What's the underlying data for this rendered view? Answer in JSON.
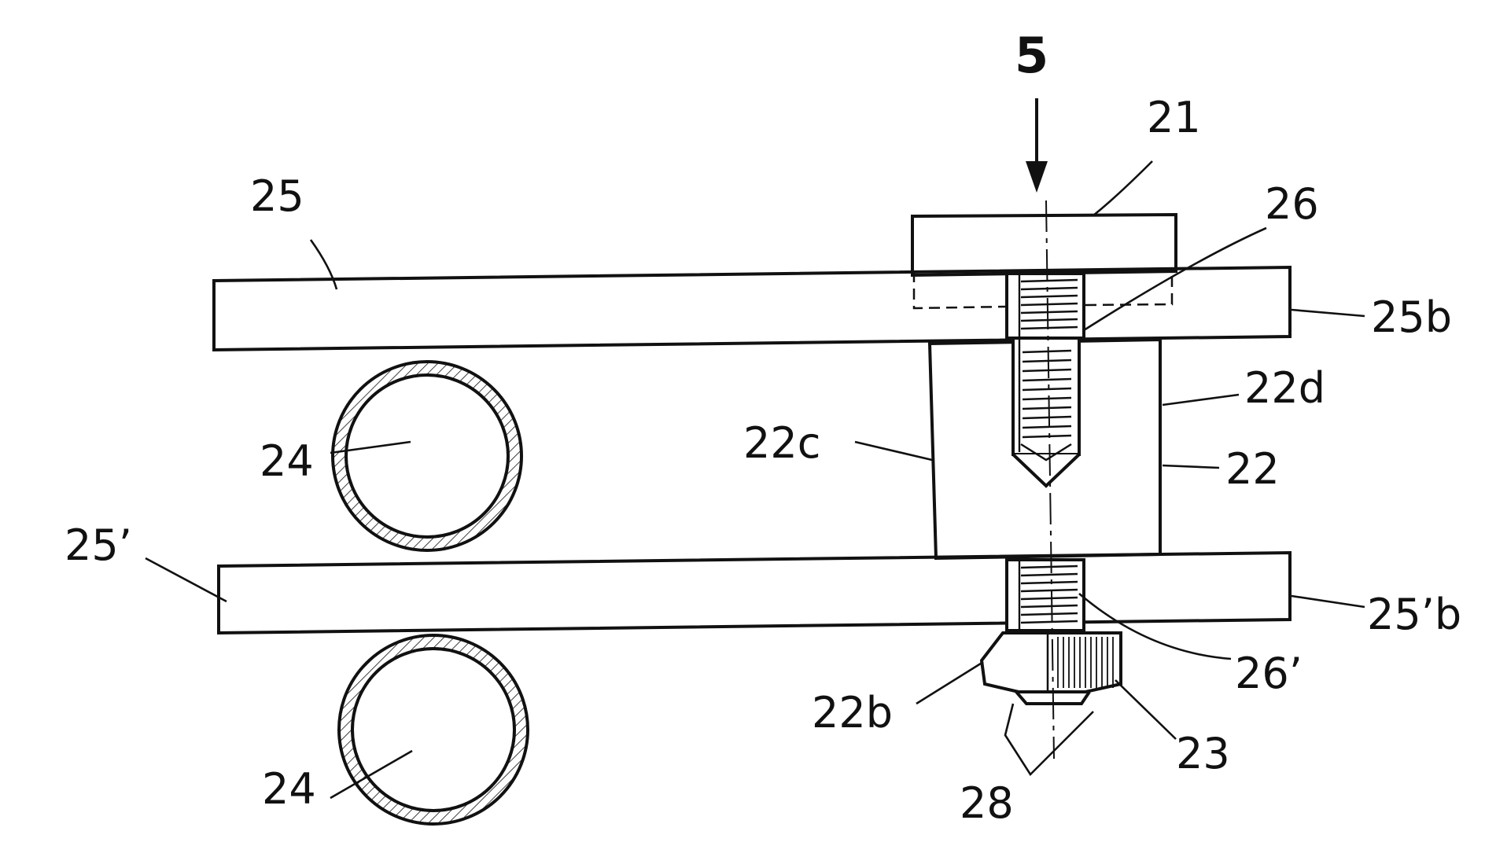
{
  "figure": {
    "labels": {
      "view_5": "5",
      "ref_21": "21",
      "ref_25": "25",
      "ref_26": "26",
      "ref_25b": "25b",
      "ref_22d": "22d",
      "ref_24_top": "24",
      "ref_22c": "22c",
      "ref_22": "22",
      "ref_25prime": "25’",
      "ref_25primeb": "25’b",
      "ref_26prime": "26’",
      "ref_22b": "22b",
      "ref_23": "23",
      "ref_24_bottom": "24",
      "ref_28": "28"
    },
    "colors": {
      "ink": "#111111",
      "paper": "#ffffff"
    }
  }
}
